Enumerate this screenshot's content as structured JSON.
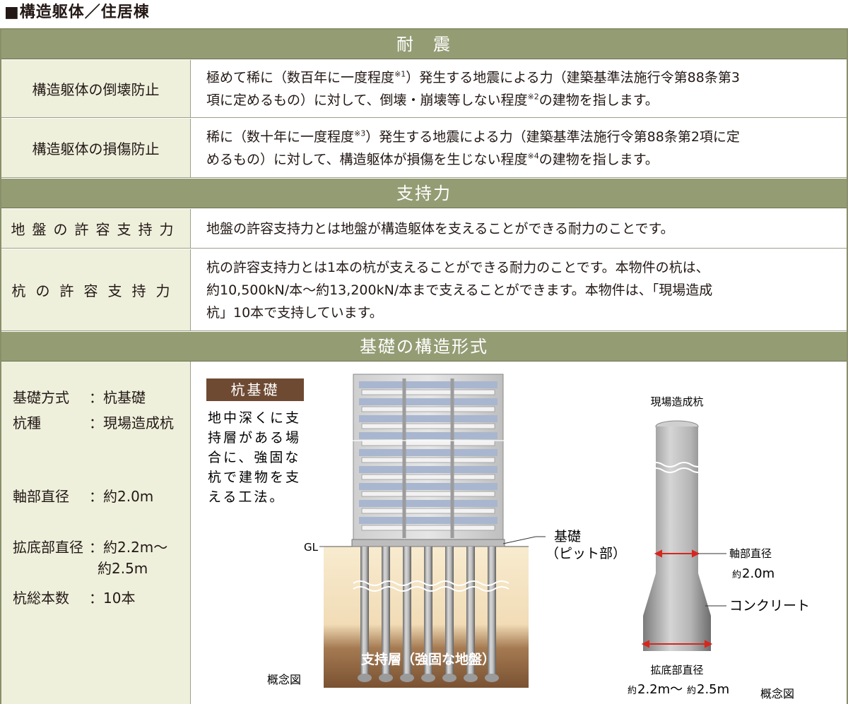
{
  "page_title": "■構造躯体／住居棟",
  "sections": {
    "taishin": "耐　震",
    "shijiryoku": "支持力",
    "kiso": "基礎の構造形式"
  },
  "rows": {
    "tokai": {
      "label": "構造躯体の倒壊防止",
      "line1a": "極めて稀に（数百年に一度程度",
      "note1": "※1",
      "line1b": "）発生する地震による力（建築基準法施行令第88条第3",
      "line2a": "項に定めるもの）に対して、倒壊・崩壊等しない程度",
      "note2": "※2",
      "line2b": "の建物を指します。"
    },
    "sonsho": {
      "label": "構造躯体の損傷防止",
      "line1a": "稀に（数十年に一度程度",
      "note1": "※3",
      "line1b": "）発生する地震による力（建築基準法施行令第88条第2項に定",
      "line2a": "めるもの）に対して、構造躯体が損傷を生じない程度",
      "note2": "※4",
      "line2b": "の建物を指します。"
    },
    "jiban": {
      "label": "地盤の許容支持力",
      "text": "地盤の許容支持力とは地盤が構造躯体を支えることができる耐力のことです。"
    },
    "kui": {
      "label": "杭の許容支持力",
      "line1": "杭の許容支持力とは1本の杭が支えることができる耐力のことです。本物件の杭は、",
      "line2": "約10,500kN/本～約13,200kN/本まで支えることができます。本物件は、「現場造成",
      "line3": "杭」10本で支持しています。"
    }
  },
  "foundation": {
    "specs": [
      {
        "key": "基礎方式",
        "value": "：杭基礎"
      },
      {
        "key": "杭種",
        "value": "：現場造成杭"
      },
      {
        "key": "軸部直径",
        "value": "：約2.0m"
      },
      {
        "key": "拡底部直径",
        "value": "：約2.2m～"
      },
      {
        "key": "",
        "value": "約2.5m"
      },
      {
        "key": "杭総本数",
        "value": "：10本"
      }
    ],
    "figure": {
      "tag": "杭基礎",
      "desc": [
        "地中深くに支",
        "持層がある場",
        "合に、強固な",
        "杭で建物を支",
        "える工法。"
      ],
      "gl": "GL",
      "kiso_label": "基礎",
      "pit_label": "（ピット部）",
      "bearing_layer": "支持層（強固な地盤）",
      "concept_left": "概念図",
      "pile_title": "現場造成杭",
      "shaft_label": "軸部直径",
      "shaft_value_prefix": "約",
      "shaft_value": "2.0m",
      "concrete": "コンクリート",
      "base_label": "拡底部直径",
      "base_value_p1": "約",
      "base_value_v1": "2.2m～",
      "base_value_p2": "約",
      "base_value_v2": "2.5m",
      "concept_right": "概念図"
    }
  },
  "colors": {
    "header_bg": "#949c74",
    "label_bg": "#eef0dc",
    "soil_top": "#f6e7c9",
    "soil_bottom": "#8a5f3a",
    "arrow_red": "#d7261e"
  }
}
